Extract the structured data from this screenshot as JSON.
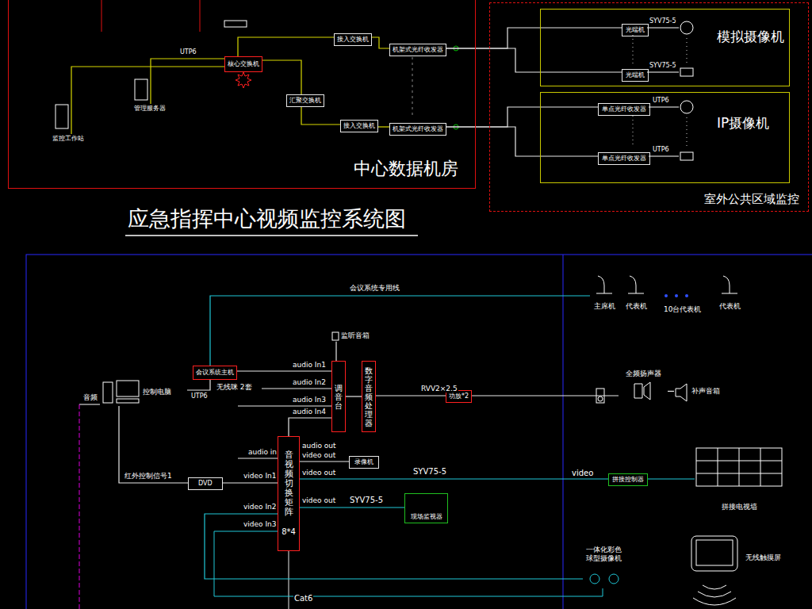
{
  "diagram": {
    "title": "应急指挥中心视频监控系统图",
    "nodes": [
      {
        "text": [
          "中心数据机房"
        ]
      },
      {
        "text": [
          "核心交换机"
        ],
        "in": 0
      },
      {
        "text": [
          "接入交换机"
        ],
        "in": 0
      },
      {
        "text": [
          "机架式光纤收发器"
        ],
        "in": 0
      },
      {
        "text": [
          "汇聚交换机"
        ],
        "in": 0
      },
      {
        "text": [
          "接入交换机"
        ],
        "in": 0
      },
      {
        "text": [
          "机架式光纤收发器"
        ],
        "in": 0
      },
      {
        "text": [
          "管理服务器"
        ],
        "in": 0
      },
      {
        "text": [
          "监控工作站"
        ],
        "in": 0
      },
      {
        "text": [
          "室外公共区域监控"
        ]
      },
      {
        "text": [
          "模拟摄像机"
        ],
        "in": 9
      },
      {
        "text": [
          "光端机"
        ],
        "in": 10
      },
      {
        "text": [
          "光端机"
        ],
        "in": 10
      },
      {
        "text": [
          "IP摄像机"
        ],
        "in": 9
      },
      {
        "text": [
          "单点光纤收发器"
        ],
        "in": 13
      },
      {
        "text": [
          "单点光纤收发器"
        ],
        "in": 13
      },
      {
        "text": [
          "主席机"
        ]
      },
      {
        "text": [
          "代表机"
        ]
      },
      {
        "text": [
          "代表机"
        ]
      },
      {
        "text": [
          "监听音箱"
        ]
      },
      {
        "text": [
          "会议系统主机"
        ]
      },
      {
        "text": [
          "调音台"
        ]
      },
      {
        "text": [
          "数字音频处理器"
        ]
      },
      {
        "text": [
          "控制电脑"
        ]
      },
      {
        "text": [
          "功放*2"
        ]
      },
      {
        "text": [
          "全频扬声器"
        ]
      },
      {
        "text": [
          "补声音箱"
        ]
      },
      {
        "text": [
          "音视频切换矩阵",
          "8*4"
        ]
      },
      {
        "text": [
          "录像机"
        ]
      },
      {
        "text": [
          "DVD"
        ]
      },
      {
        "text": [
          "拼接控制器"
        ]
      },
      {
        "text": [
          "拼接电视墙"
        ]
      },
      {
        "text": [
          "现场监视器"
        ]
      },
      {
        "text": [
          "一体化彩色 球型摄像机"
        ]
      },
      {
        "text": [
          "无线触摸屏"
        ]
      }
    ],
    "edges": [
      {
        "from": 2,
        "to": 1,
        "arrow": "none"
      },
      {
        "from": 1,
        "to": 4,
        "arrow": "none"
      },
      {
        "from": 4,
        "to": 5,
        "arrow": "none"
      },
      {
        "from": 2,
        "to": 3,
        "arrow": "none"
      },
      {
        "from": 5,
        "to": 6,
        "arrow": "none"
      },
      {
        "from": 3,
        "to": 11,
        "arrow": "none"
      },
      {
        "from": 3,
        "to": 12,
        "arrow": "none"
      },
      {
        "from": 6,
        "to": 14,
        "arrow": "none"
      },
      {
        "from": 6,
        "to": 15,
        "arrow": "none"
      },
      {
        "from": 7,
        "to": 1,
        "label": "UTP6",
        "arrow": "none"
      },
      {
        "from": 8,
        "to": 1,
        "arrow": "none"
      },
      {
        "from": 20,
        "to": 16,
        "label": "会议系统专用线",
        "arrow": "none"
      },
      {
        "from": 20,
        "to": 21,
        "label": "audio In1",
        "arrow": "none"
      },
      {
        "from": 19,
        "to": 21,
        "arrow": "none"
      },
      {
        "from": 21,
        "to": 22,
        "arrow": "none"
      },
      {
        "from": 22,
        "to": 24,
        "label": "RVV2×2.5",
        "arrow": "none"
      },
      {
        "from": 24,
        "to": 25,
        "arrow": "none"
      },
      {
        "from": 25,
        "to": 26,
        "arrow": "none"
      },
      {
        "from": 23,
        "to": 20,
        "label": "UTP6",
        "arrow": "none"
      },
      {
        "from": 27,
        "to": 21,
        "label": "audio In4",
        "arrow": "none"
      },
      {
        "from": 27,
        "to": 28,
        "label": "video out",
        "arrow": "none"
      },
      {
        "from": 29,
        "to": 27,
        "label": "video In1",
        "arrow": "none"
      },
      {
        "from": 27,
        "to": 30,
        "label": "SYV75-5",
        "arrow": "none"
      },
      {
        "from": 30,
        "to": 31,
        "arrow": "none"
      },
      {
        "from": 27,
        "to": 32,
        "label": "SYV75-5",
        "arrow": "none"
      },
      {
        "from": 33,
        "to": 27,
        "label": "video In2",
        "arrow": "none"
      },
      {
        "from": 23,
        "to": 29,
        "label": "红外控制信号1",
        "arrow": "none"
      }
    ],
    "labels": [
      "SYV75-5",
      "SYV75-5",
      "UTP6",
      "UTP6",
      "音频",
      "无线咪 2套",
      "audio In2",
      "audio In3",
      "10台代表机",
      "audio in",
      "audio out",
      "video out",
      "video out",
      "video In3",
      "Cat6",
      "video"
    ]
  }
}
